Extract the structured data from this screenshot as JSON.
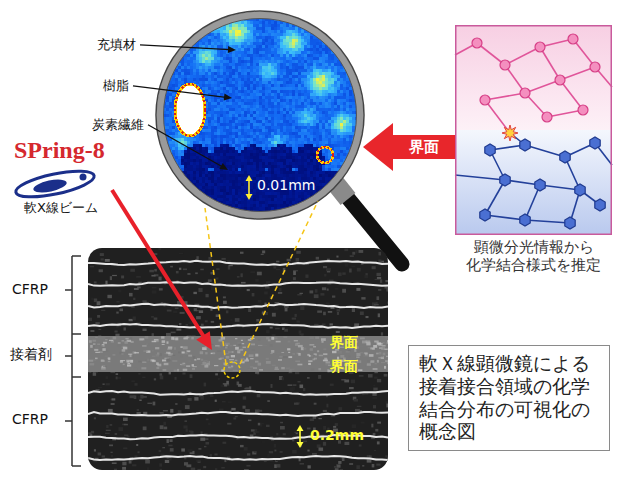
{
  "diagram": {
    "nodes": [
      {
        "text": [
          "0.01mm"
        ]
      },
      {
        "text": [
          "顕微分光情報から 化学結合様式を推定"
        ]
      },
      {
        "text": [
          "界面",
          "界面",
          "0.2mm"
        ]
      },
      {
        "text": [
          "軟Ｘ線顕微鏡による 接着接合領域の化学 結合分布の可視化の 概念図"
        ]
      }
    ],
    "edges": [
      {
        "from": 1,
        "to": 0,
        "arrow": "to",
        "label": "界面"
      }
    ],
    "labels": [
      "充填材",
      "樹脂",
      "炭素繊維",
      "SPring-8",
      "軟X線ビーム",
      "CFRP",
      "接着剤",
      "CFRP"
    ]
  }
}
